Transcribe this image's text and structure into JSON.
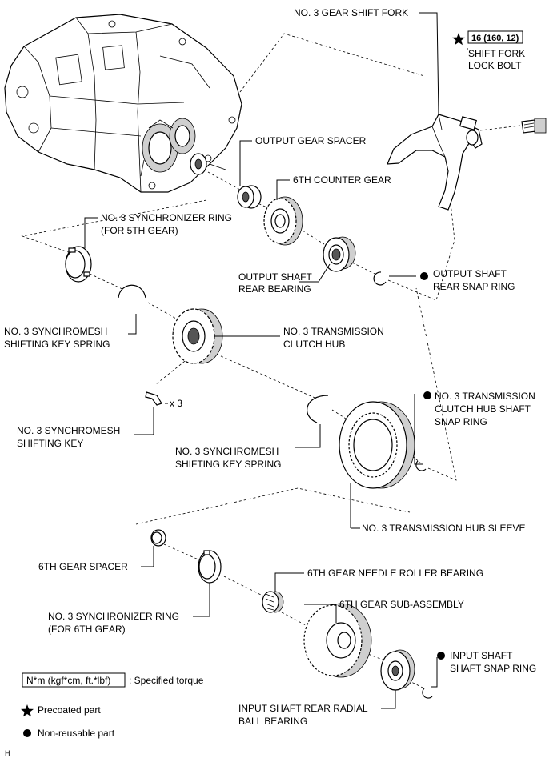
{
  "labels": {
    "shift_fork": "NO. 3 GEAR SHIFT FORK",
    "torque_value": "16 (160, 12)",
    "lock_bolt_1": "SHIFT FORK",
    "lock_bolt_2": "LOCK BOLT",
    "output_gear_spacer": "OUTPUT GEAR SPACER",
    "counter_gear": "6TH COUNTER GEAR",
    "sync_ring_5_1": "NO. 3 SYNCHRONIZER RING",
    "sync_ring_5_2": "(FOR 5TH GEAR)",
    "output_bearing_1": "OUTPUT SHAFT",
    "output_bearing_2": "REAR BEARING",
    "output_snap_1": "OUTPUT SHAFT",
    "output_snap_2": "REAR SNAP RING",
    "key_spring_a_1": "NO. 3 SYNCHROMESH",
    "key_spring_a_2": "SHIFTING KEY SPRING",
    "clutch_hub_1": "NO. 3 TRANSMISSION",
    "clutch_hub_2": "CLUTCH HUB",
    "key_qty": "x 3",
    "hub_snap_1": "NO. 3 TRANSMISSION",
    "hub_snap_2": "CLUTCH HUB SHAFT",
    "hub_snap_3": "SNAP RING",
    "shifting_key_1": "NO. 3 SYNCHROMESH",
    "shifting_key_2": "SHIFTING KEY",
    "key_spring_b_1": "NO. 3 SYNCHROMESH",
    "key_spring_b_2": "SHIFTING KEY SPRING",
    "hub_sleeve": "NO. 3 TRANSMISSION HUB SLEEVE",
    "gear6_spacer": "6TH GEAR SPACER",
    "needle_bearing": "6TH GEAR NEEDLE ROLLER BEARING",
    "gear6_sub": "6TH GEAR SUB-ASSEMBLY",
    "sync_ring_6_1": "NO. 3 SYNCHRONIZER RING",
    "sync_ring_6_2": "(FOR 6TH GEAR)",
    "input_snap_1": "INPUT SHAFT",
    "input_snap_2": "SHAFT SNAP RING",
    "input_bearing_1": "INPUT SHAFT REAR RADIAL",
    "input_bearing_2": "BALL BEARING"
  },
  "legend": {
    "torque_unit": "N*m (kgf*cm, ft.*lbf)",
    "torque_desc": ": Specified torque",
    "precoated": "Precoated part",
    "non_reusable": "Non-reusable part"
  },
  "corner_code": "H"
}
